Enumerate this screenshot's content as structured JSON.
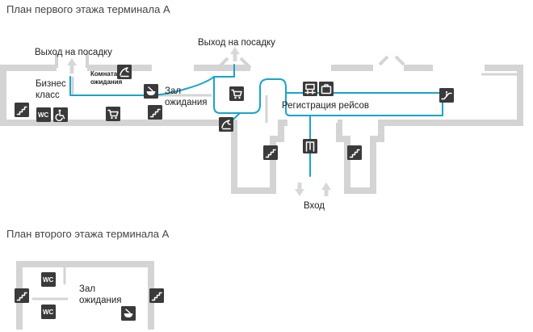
{
  "floor1": {
    "title": "План первого этажа терминала А",
    "exit_left": "Выход на посадку",
    "exit_center": "Выход на посадку",
    "vip_room_line1": "Комната",
    "vip_room_line2": "ожидания",
    "business_line1": "Бизнес",
    "business_line2": "класс",
    "hall_line1": "Зал",
    "hall_line2": "ожидания",
    "checkin": "Регистрация рейсов",
    "entrance": "Вход",
    "wc_label": "WC"
  },
  "floor2": {
    "title": "План второго этажа терминала А",
    "hall_line1": "Зал",
    "hall_line2": "ожидания",
    "wc_label": "WC"
  },
  "colors": {
    "route": "#1aa3cc",
    "walls": "#d4d4d4",
    "icon_bg": "#3a3a3a"
  },
  "icons": {
    "stairs": "stairs-icon",
    "wc": "wc-icon",
    "accessible": "wheelchair-icon",
    "cart": "shopping-cart-icon",
    "cafe": "cafe-bowl-icon",
    "vip": "vip-lounge-icon",
    "checkin_desk": "checkin-desk-icon",
    "luggage": "luggage-icon",
    "security": "security-gate-icon",
    "escalator": "escalator-icon"
  }
}
